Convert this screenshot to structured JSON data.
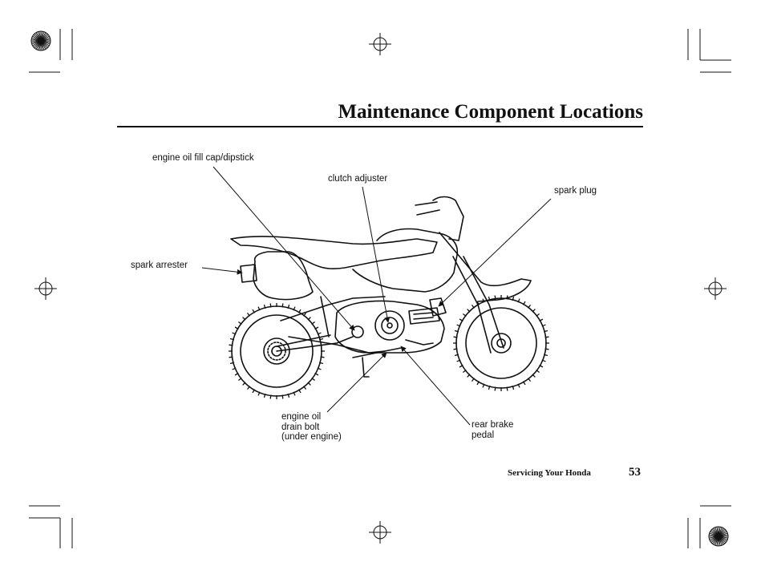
{
  "page": {
    "title": "Maintenance Component Locations",
    "footer_section": "Servicing Your Honda",
    "page_number": "53"
  },
  "callouts": {
    "engine_oil_fill_cap": "engine oil fill cap/dipstick",
    "clutch_adjuster": "clutch adjuster",
    "spark_plug": "spark plug",
    "spark_arrester": "spark arrester",
    "engine_oil_drain_bolt": [
      "engine oil",
      "drain bolt",
      "(under engine)"
    ],
    "rear_brake_pedal": [
      "rear brake",
      "pedal"
    ]
  },
  "icons": {
    "registration_mark": "registration-target-icon",
    "starburst": "registration-starburst-icon",
    "illustration": "motorcycle-illustration"
  },
  "colors": {
    "ink": "#111111",
    "paper": "#ffffff"
  }
}
